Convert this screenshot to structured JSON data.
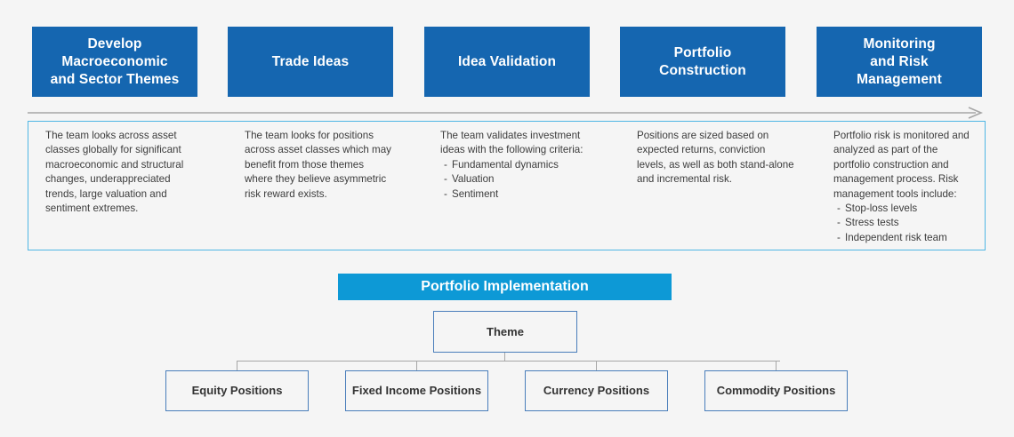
{
  "stages": [
    {
      "id": "develop-macroeconomic-and-sector-themes",
      "lines": [
        "Develop",
        "Macroeconomic",
        "and Sector Themes"
      ]
    },
    {
      "id": "trade-ideas",
      "lines": [
        "Trade Ideas"
      ]
    },
    {
      "id": "idea-validation",
      "lines": [
        "Idea Validation"
      ]
    },
    {
      "id": "portfolio-construction",
      "lines": [
        "Portfolio",
        "Construction"
      ]
    },
    {
      "id": "monitoring-and-risk-management",
      "lines": [
        "Monitoring",
        "and Risk",
        "Management"
      ]
    }
  ],
  "descriptions": [
    {
      "body": "The team looks across asset classes globally for significant macroeconomic and structural changes, underappreciated trends, large valuation and sentiment extremes.",
      "bullets": []
    },
    {
      "body": "The team looks for positions across asset classes which may benefit from those themes where they believe asymmetric risk reward exists.",
      "bullets": []
    },
    {
      "body": "The team validates investment ideas with the following criteria:",
      "bullets": [
        "Fundamental dynamics",
        "Valuation",
        "Sentiment"
      ]
    },
    {
      "body": "Positions are sized based on expected returns, conviction levels, as well as both stand-alone and incremental risk.",
      "bullets": []
    },
    {
      "body": "Portfolio risk is monitored and analyzed as part of the portfolio construction and management process. Risk management tools include:",
      "bullets": [
        "Stop-loss levels",
        "Stress tests",
        "Independent risk team"
      ]
    }
  ],
  "implementation": {
    "banner_label": "Portfolio Implementation",
    "root_label": "Theme",
    "leaves": [
      {
        "id": "equity-positions",
        "label": "Equity Positions"
      },
      {
        "id": "fixed-income-positions",
        "label": "Fixed Income Positions"
      },
      {
        "id": "currency-positions",
        "label": "Currency Positions"
      },
      {
        "id": "commodity-positions",
        "label": "Commodity Positions"
      }
    ]
  },
  "icons": {
    "process_arrow": "right-arrow-icon"
  },
  "colors": {
    "stage_box_blue": "#1566B0",
    "banner_blue": "#0D99D6",
    "panel_border_blue": "#4FB6E4",
    "tree_border_blue": "#4A7EBB",
    "connector_gray": "#A6A6A6",
    "background": "#F5F5F5",
    "body_text": "#3C3C3C"
  }
}
